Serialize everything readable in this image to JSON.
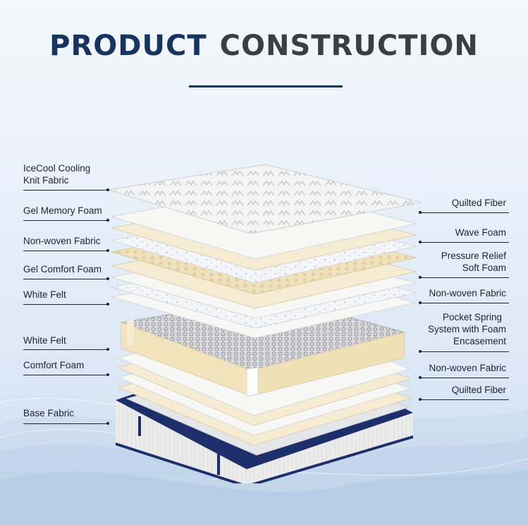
{
  "title": {
    "word1": "PRODUCT",
    "word2": "CONSTRUCTION"
  },
  "left_labels": [
    {
      "id": "icecool",
      "line1": "IceCool Cooling",
      "line2": "Knit Fabric"
    },
    {
      "id": "gel-memory",
      "line1": "Gel Memory Foam"
    },
    {
      "id": "nonwoven-left",
      "line1": "Non-woven Fabric"
    },
    {
      "id": "gel-comfort",
      "line1": "Gel Comfort Foam"
    },
    {
      "id": "white-felt-1",
      "line1": "White Felt"
    },
    {
      "id": "white-felt-2",
      "line1": "White Felt"
    },
    {
      "id": "comfort-foam",
      "line1": "Comfort Foam"
    },
    {
      "id": "base-fabric",
      "line1": "Base Fabric"
    }
  ],
  "right_labels": [
    {
      "id": "quilted-fiber-1",
      "line1": "Quilted Fiber"
    },
    {
      "id": "wave-foam",
      "line1": "Wave Foam"
    },
    {
      "id": "pressure-relief",
      "line1": "Pressure Relief",
      "line2": "Soft Foam"
    },
    {
      "id": "nonwoven-right-1",
      "line1": "Non-woven Fabric"
    },
    {
      "id": "pocket-spring",
      "line1": "Pocket Spring",
      "line2": "System with Foam",
      "line3": "Encasement"
    },
    {
      "id": "nonwoven-right-2",
      "line1": "Non-woven Fabric"
    },
    {
      "id": "quilted-fiber-2",
      "line1": "Quilted Fiber"
    }
  ],
  "colors": {
    "navy": "#17335f",
    "dark_text": "#3a3f46",
    "cream": "#f5ecd3",
    "white_layer": "#f7f7f5",
    "border_blue": "#1d2f6a"
  }
}
